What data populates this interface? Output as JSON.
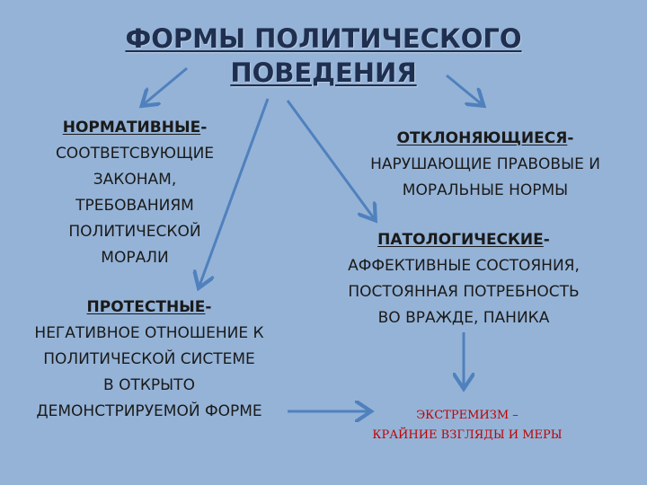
{
  "title": {
    "line1": "ФОРМЫ ПОЛИТИЧЕСКОГО",
    "line2": "ПОВЕДЕНИЯ"
  },
  "normative": {
    "head": "НОРМАТИВНЫЕ",
    "dash": "-",
    "lines": [
      "СООТВЕТСВУЮЩИЕ",
      "ЗАКОНАМ,",
      "ТРЕБОВАНИЯМ",
      "ПОЛИТИЧЕСКОЙ",
      "МОРАЛИ"
    ]
  },
  "deviant": {
    "head": "ОТКЛОНЯЮЩИЕСЯ",
    "dash": "-",
    "lines": [
      "НАРУШАЮЩИЕ ПРАВОВЫЕ И",
      "МОРАЛЬНЫЕ НОРМЫ"
    ]
  },
  "pathological": {
    "head": "ПАТОЛОГИЧЕСКИЕ",
    "dash": "-",
    "lines": [
      "АФФЕКТИВНЫЕ СОСТОЯНИЯ,",
      "ПОСТОЯННАЯ ПОТРЕБНОСТЬ",
      "ВО ВРАЖДЕ, ПАНИКА"
    ]
  },
  "protest": {
    "head": "ПРОТЕСТНЫЕ",
    "dash": "-",
    "lines": [
      "НЕГАТИВНОЕ ОТНОШЕНИЕ К",
      "ПОЛИТИЧЕСКОЙ СИСТЕМЕ",
      "В ОТКРЫТО",
      "ДЕМОНСТРИРУЕМОЙ ФОРМЕ"
    ]
  },
  "extremism": {
    "line1": "ЭКСТРЕМИЗМ –",
    "line2": "КРАЙНИЕ ВЗГЛЯДЫ И МЕРЫ"
  },
  "colors": {
    "background": "#95b3d7",
    "arrow": "#4f81bd",
    "title": "#1f2f4f",
    "extremism": "#c00000"
  }
}
